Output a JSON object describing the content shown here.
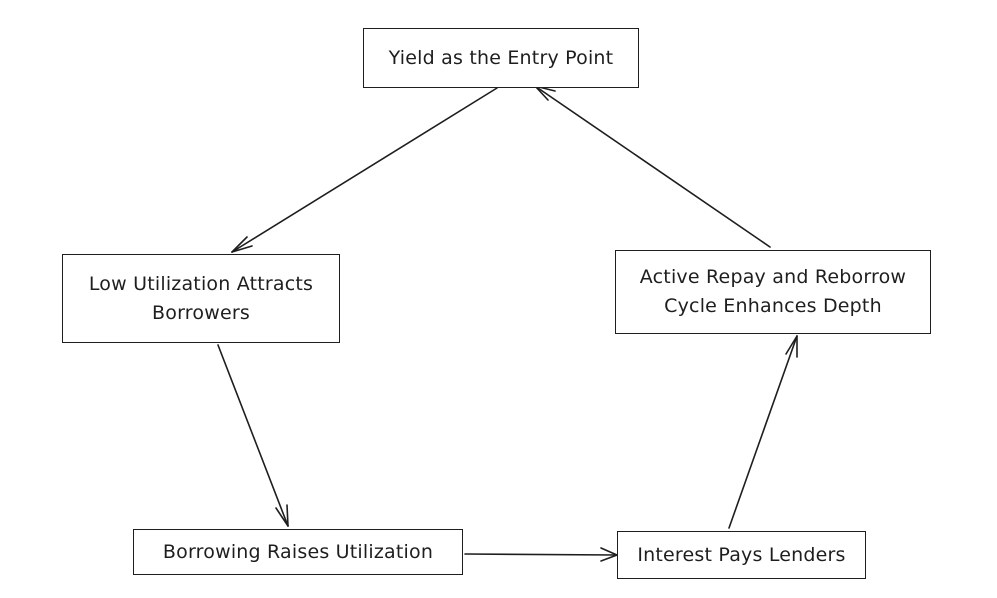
{
  "diagram": {
    "nodes": {
      "yield": {
        "label": "Yield as the Entry Point"
      },
      "low_utilization": {
        "label": "Low Utilization Attracts\nBorrowers"
      },
      "borrowing": {
        "label": "Borrowing Raises Utilization"
      },
      "interest": {
        "label": "Interest Pays Lenders"
      },
      "active_repay": {
        "label": "Active Repay and Reborrow\nCycle Enhances Depth"
      }
    },
    "edges": [
      {
        "from": "yield",
        "to": "low_utilization"
      },
      {
        "from": "low_utilization",
        "to": "borrowing"
      },
      {
        "from": "borrowing",
        "to": "interest"
      },
      {
        "from": "interest",
        "to": "active_repay"
      },
      {
        "from": "active_repay",
        "to": "yield"
      }
    ],
    "colors": {
      "stroke": "#1e1e1e",
      "background": "#ffffff"
    }
  }
}
